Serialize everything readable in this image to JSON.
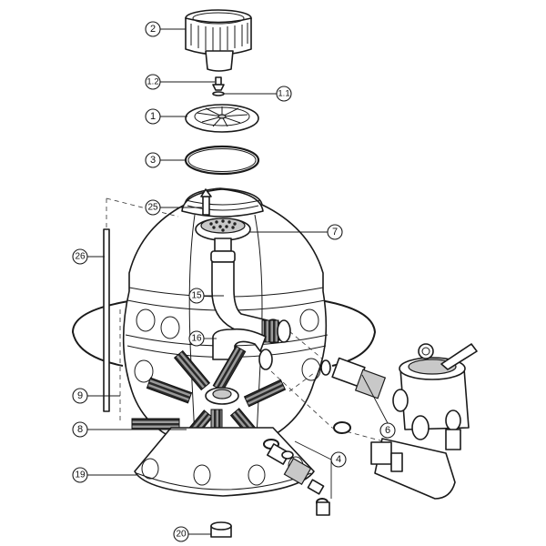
{
  "callouts": {
    "c2": "2",
    "c1_2": "1.2",
    "c1_1": "1.1",
    "c1": "1",
    "c3": "3",
    "c25": "25",
    "c7": "7",
    "c26": "26",
    "c15": "15",
    "c16": "16",
    "c9": "9",
    "c6": "6",
    "c8": "8",
    "c4": "4",
    "c19": "19",
    "c20": "20"
  }
}
